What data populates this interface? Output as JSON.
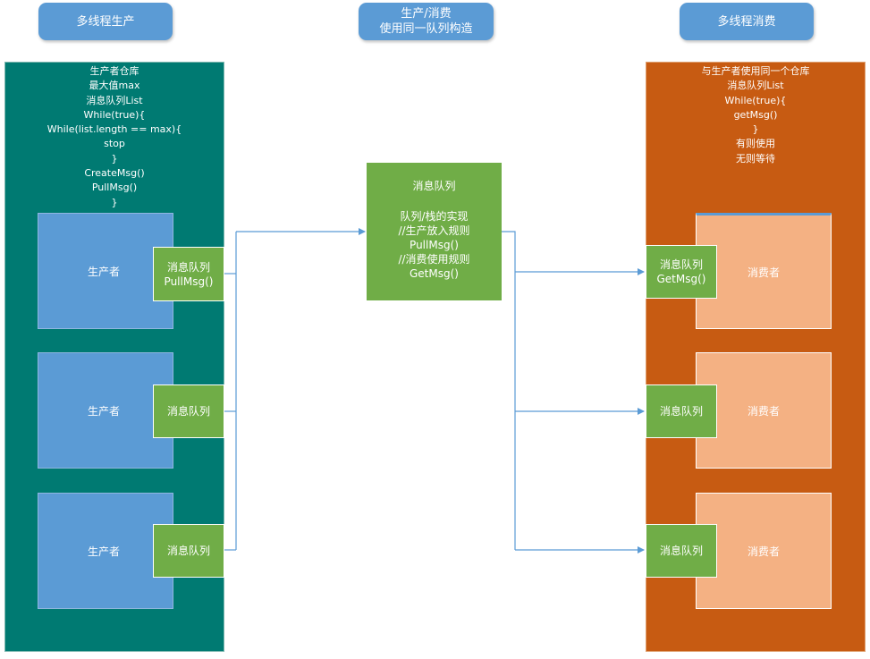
{
  "headers": {
    "producer": [
      "多线程生产"
    ],
    "middle": [
      "生产/消费",
      "使用同一队列构造"
    ],
    "consumer": [
      "多线程消费"
    ]
  },
  "producer_panel": {
    "lines": [
      "生产者仓库",
      "最大值max",
      "消息队列List",
      "While(true){",
      "While(list.length == max){",
      "stop",
      "}",
      "CreateMsg()",
      "PullMsg()",
      "}"
    ]
  },
  "consumer_panel": {
    "lines": [
      "与生产者使用同一个仓库",
      "消息队列List",
      "While(true){",
      "getMsg()",
      "}",
      "有则使用",
      "无则等待"
    ]
  },
  "queue_box": {
    "title": "消息队列",
    "lines": [
      "队列/栈的实现",
      "//生产放入规则",
      "PullMsg()",
      "//消费使用规则",
      "GetMsg()"
    ]
  },
  "producers": [
    {
      "label": "生产者",
      "queue_lines": [
        "消息队列",
        "PullMsg()"
      ]
    },
    {
      "label": "生产者",
      "queue_lines": [
        "消息队列"
      ]
    },
    {
      "label": "生产者",
      "queue_lines": [
        "消息队列"
      ]
    }
  ],
  "consumers": [
    {
      "label": "消费者",
      "queue_lines": [
        "消息队列",
        "GetMsg()"
      ]
    },
    {
      "label": "消费者",
      "queue_lines": [
        "消息队列"
      ]
    },
    {
      "label": "消费者",
      "queue_lines": [
        "消息队列"
      ]
    }
  ],
  "colors": {
    "header_blue": "#5b9bd5",
    "producer_panel": "#007a72",
    "consumer_panel": "#c75b12",
    "producer_box": "#5b9bd5",
    "consumer_box": "#f4b183",
    "queue_green": "#70ad47",
    "connector": "#5b9bd5"
  }
}
